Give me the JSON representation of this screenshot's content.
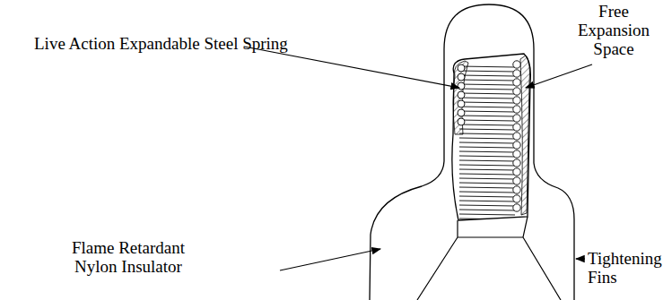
{
  "diagram": {
    "labels": [
      "Live Action Expandable Steel Spring",
      "Free Expansion Space",
      "Flame Retardant Nylon Insulator",
      "Tightening Fins"
    ]
  }
}
